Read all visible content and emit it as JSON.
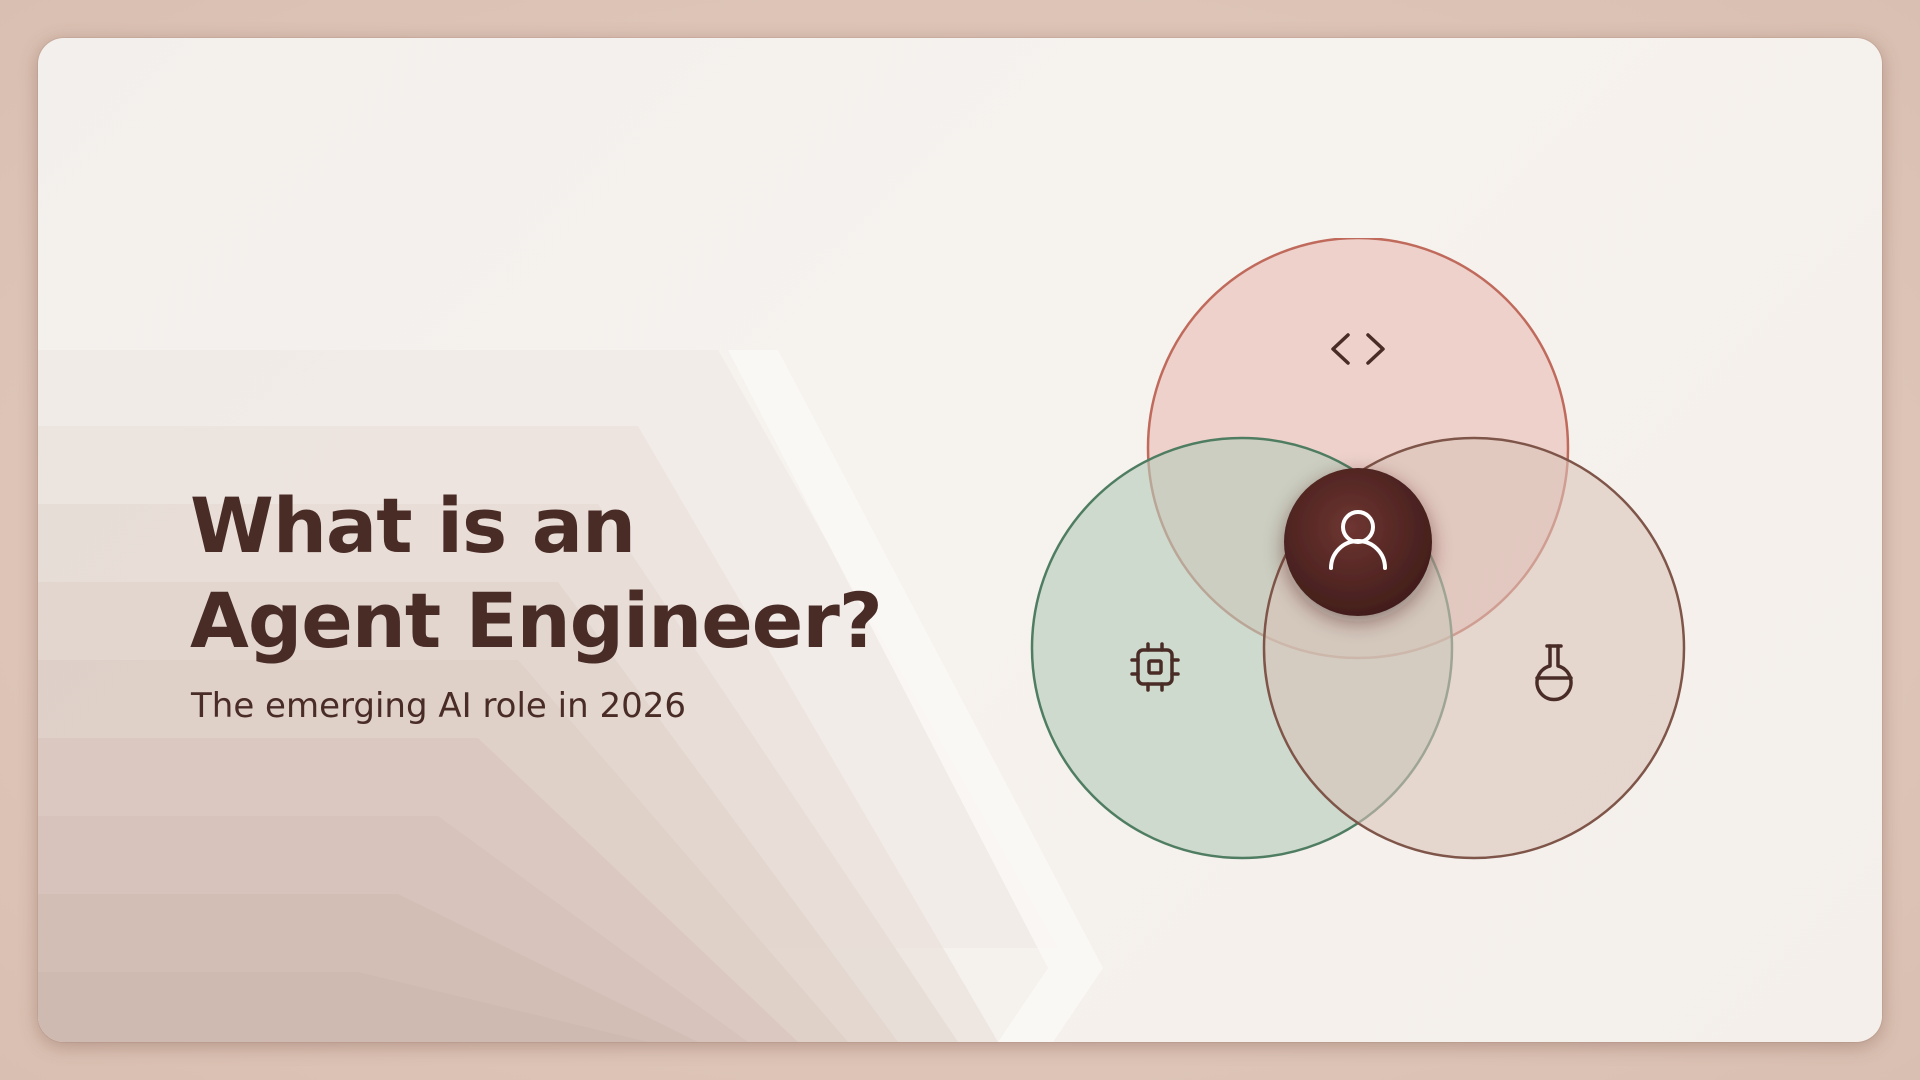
{
  "slide": {
    "title_line1": "What is an",
    "title_line2": "Agent Engineer?",
    "subtitle": "The emerging AI role in 2026"
  },
  "diagram": {
    "type": "venn",
    "circles": [
      {
        "icon": "code-brackets-icon",
        "fill": "#e8b6ae",
        "stroke": "#c06a5c"
      },
      {
        "icon": "chip-icon",
        "fill": "#b7ccbc",
        "stroke": "#4f7d62"
      },
      {
        "icon": "flask-icon",
        "fill": "#d9c2b8",
        "stroke": "#7e5548"
      }
    ],
    "center": {
      "icon": "person-icon",
      "fill": "#5a2a27"
    }
  },
  "colors": {
    "text": "#4a2c27",
    "background": "#f4efeb",
    "frame": "#dcc3b6"
  }
}
